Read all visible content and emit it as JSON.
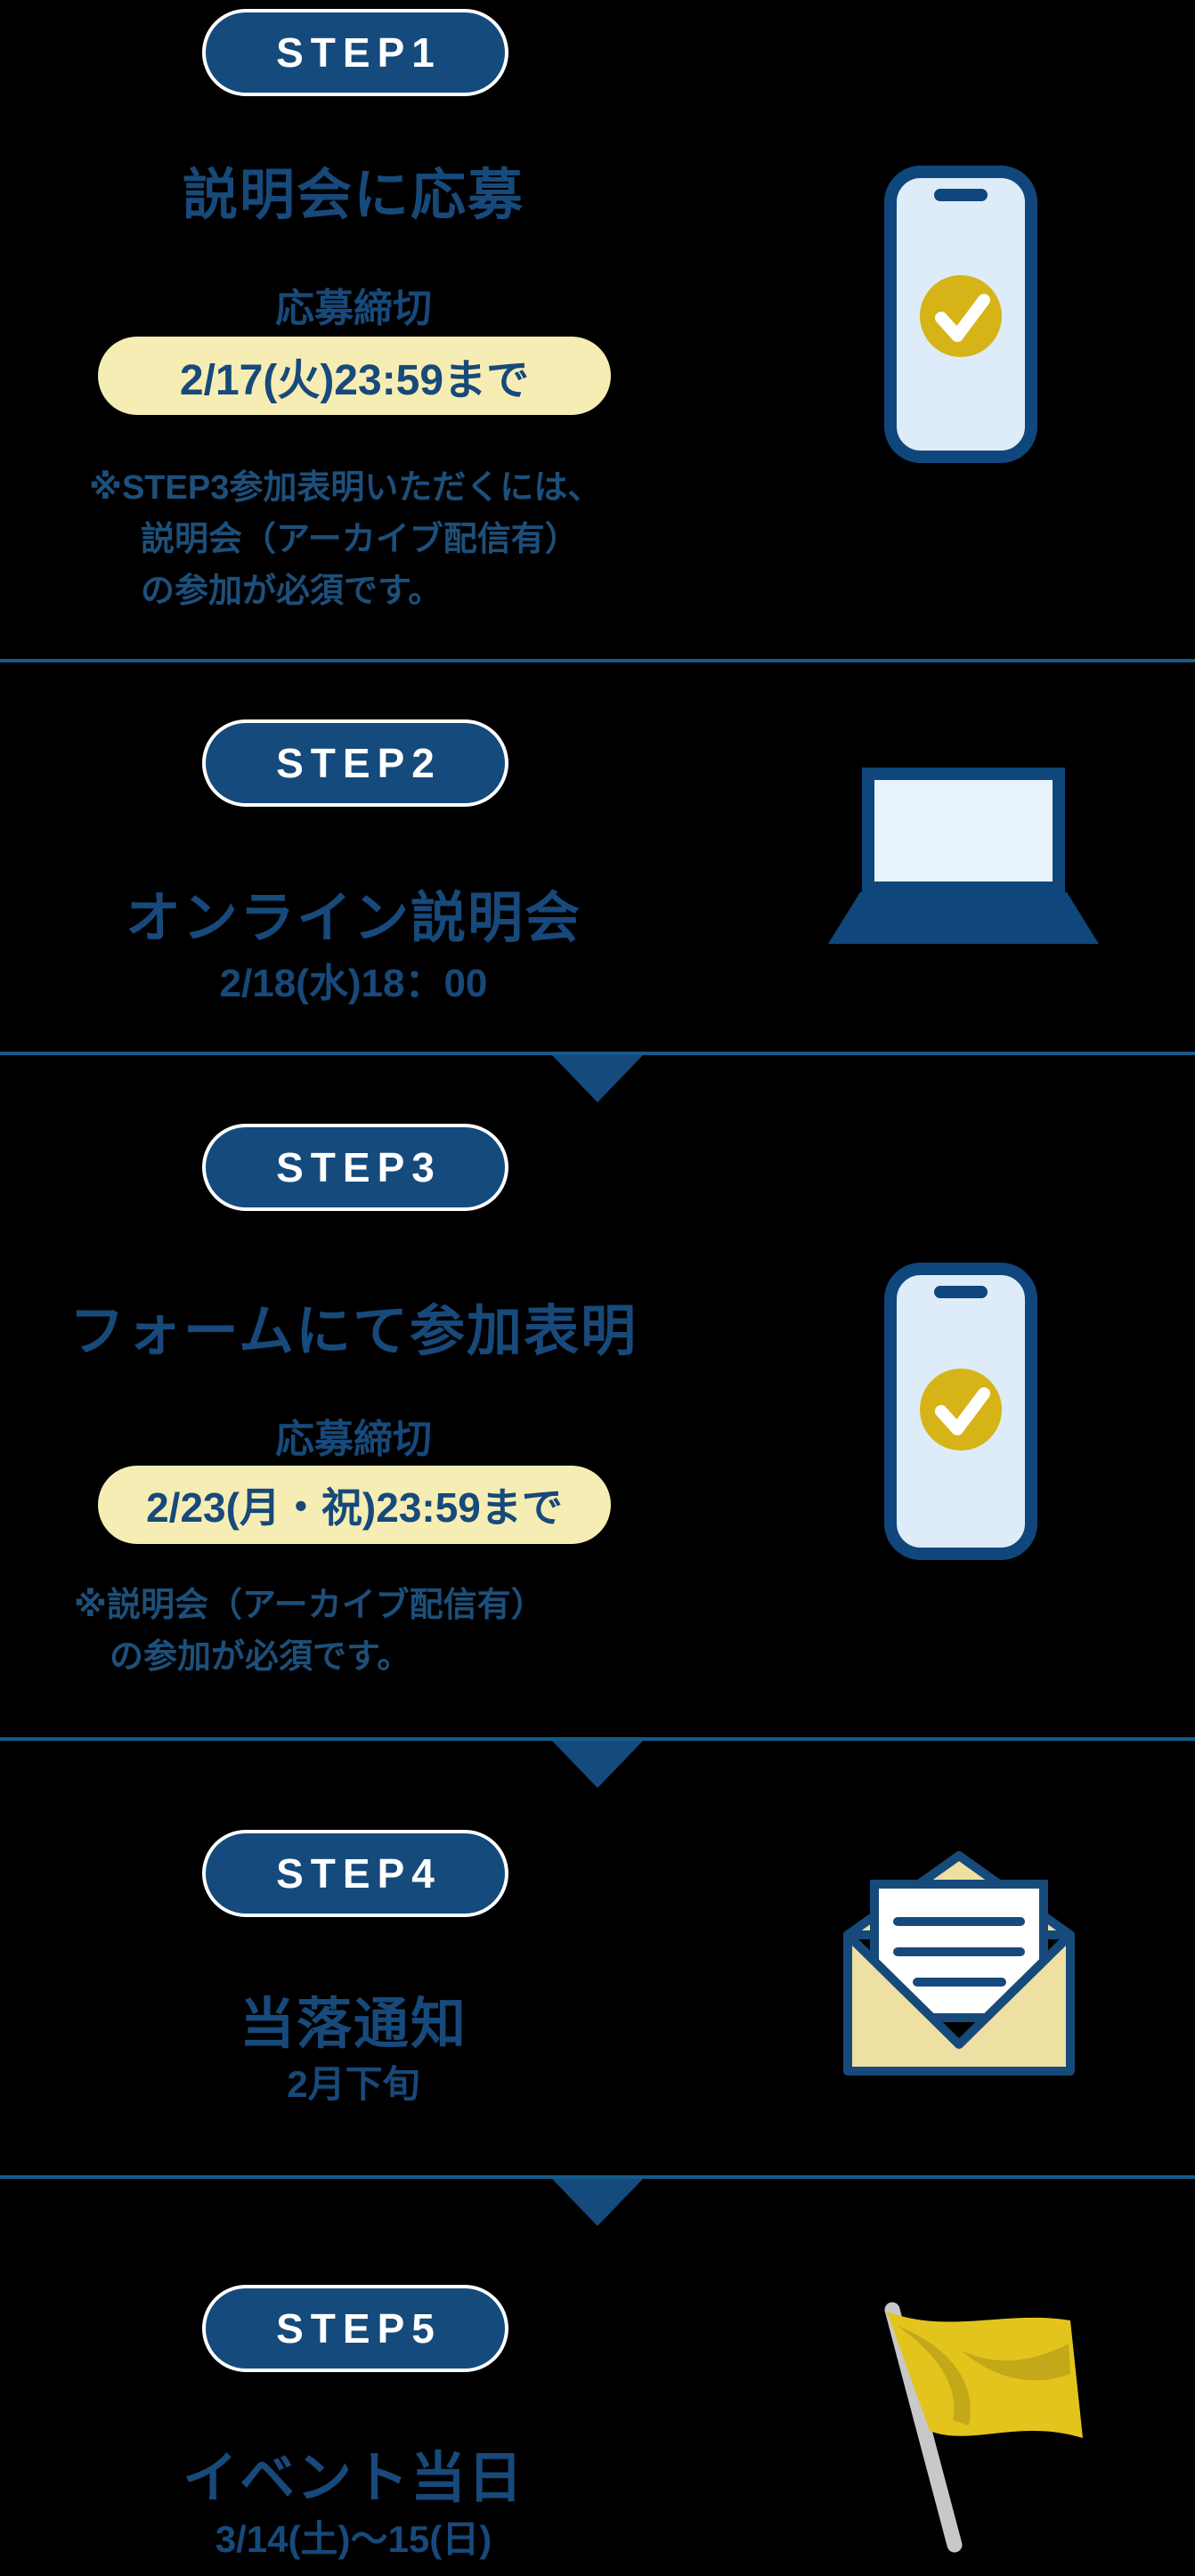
{
  "colors": {
    "background": "#000000",
    "navy_pill": "#154a7c",
    "navy_text": "#17497a",
    "navy_icon_stroke": "#0f477c",
    "divider_line": "#155a88",
    "yellow_pill_bg": "#f5edb3",
    "gold_check_circle": "#d6b417",
    "flag_yellow": "#e3c41d",
    "flag_shadow": "#c3a81a",
    "pole_gray": "#c8c8c8",
    "screen_light_blue": "#ddecf8",
    "envelope_cream": "#eee0a2"
  },
  "steps": [
    {
      "badge": "STEP1",
      "title": "説明会に応募",
      "deadline_label": "応募締切",
      "deadline_value": "2/17(火)23:59まで",
      "note_lines": [
        "※STEP3参加表明いただくには、",
        "説明会（アーカイブ配信有）",
        "の参加が必須です。"
      ],
      "icon": "smartphone-check-icon"
    },
    {
      "badge": "STEP2",
      "title": "オンライン説明会",
      "date": "2/18(水)18：00",
      "icon": "laptop-icon"
    },
    {
      "badge": "STEP3",
      "title": "フォームにて参加表明",
      "deadline_label": "応募締切",
      "deadline_value": "2/23(月・祝)23:59まで",
      "note_lines": [
        "※説明会（アーカイブ配信有）",
        "の参加が必須です。"
      ],
      "icon": "smartphone-check-icon"
    },
    {
      "badge": "STEP4",
      "title": "当落通知",
      "date": "2月下旬",
      "icon": "envelope-icon"
    },
    {
      "badge": "STEP5",
      "title": "イベント当日",
      "date": "3/14(土)～15(日)",
      "icon": "flag-icon"
    }
  ]
}
